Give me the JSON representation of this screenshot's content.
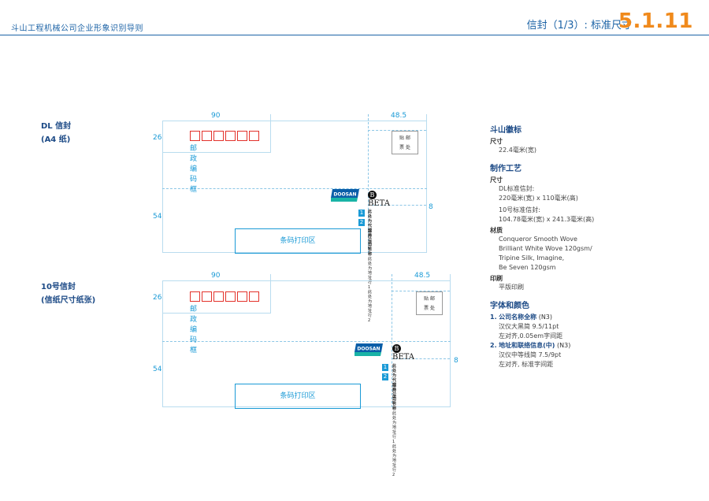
{
  "header": {
    "left_title": "斗山工程机械公司企业形象识别导则",
    "right_title": "信封（1/3）: 标准尺寸",
    "page_number": "5.1.11"
  },
  "envelopes": [
    {
      "title_line1": "DL 信封",
      "title_line2": "(A4 纸)",
      "dim_width": "90",
      "dim_right": "48.5",
      "dim_top": "26",
      "dim_bottom": "54",
      "dim_side": "8",
      "postal_label": "邮政编码框",
      "stamp_line1": "贴  邮",
      "stamp_line2": "票  处",
      "barcode_label": "条码打印区",
      "logo_name": "DOOSAN",
      "brand_name": "BETA",
      "num1": "1",
      "num2": "2",
      "addr_title": "此处为代理商公司名称",
      "addr_line1": "此处为地址行 1",
      "addr_line2": "此处为地址行 2",
      "postcode": "邮政编码"
    },
    {
      "title_line1": "10号信封",
      "title_line2": "(信纸尺寸纸张)",
      "dim_width": "90",
      "dim_right": "48.5",
      "dim_top": "26",
      "dim_bottom": "54",
      "dim_side": "8",
      "postal_label": "邮政编码框",
      "stamp_line1": "贴  邮",
      "stamp_line2": "票  处",
      "barcode_label": "条码打印区",
      "logo_name": "DOOSAN",
      "brand_name": "BETA",
      "num1": "1",
      "num2": "2",
      "addr_title": "此处为代理商公司名称",
      "addr_line1": "此处为地址行 1",
      "addr_line2": "此处为地址行 2",
      "postcode": "邮政编码"
    }
  ],
  "specs": {
    "logo_title": "斗山徽标",
    "logo_size_label": "尺寸",
    "logo_size_value": "22.4毫米(宽)",
    "process_title": "制作工艺",
    "size_label": "尺寸",
    "dl_label": "DL标准信封:",
    "dl_value": "220毫米(宽) x 110毫米(高)",
    "no10_label": "10号标准信封:",
    "no10_value": "104.78毫米(宽) x 241.3毫米(高)",
    "material_label": "材质",
    "material_1": "Conqueror Smooth Wove",
    "material_2": "Brilliant White Wove 120gsm/",
    "material_3": "Tripine Silk, Imagine,",
    "material_4": "Be Seven 120gsm",
    "print_label": "印刷",
    "print_value": "平版印刷",
    "font_title": "字体和颜色",
    "item1_num": "1.",
    "item1_title": "公司名称全称",
    "item1_color": "(N3)",
    "item1_font": "汉仪大黑简  9.5/11pt",
    "item1_align": "左对齐,0.05em字间距",
    "item2_num": "2.",
    "item2_title": "地址和联络信息(中)",
    "item2_color": "(N3)",
    "item2_font": "汉仪中等线简  7.5/9pt",
    "item2_align": "左对齐, 标准字间距"
  }
}
